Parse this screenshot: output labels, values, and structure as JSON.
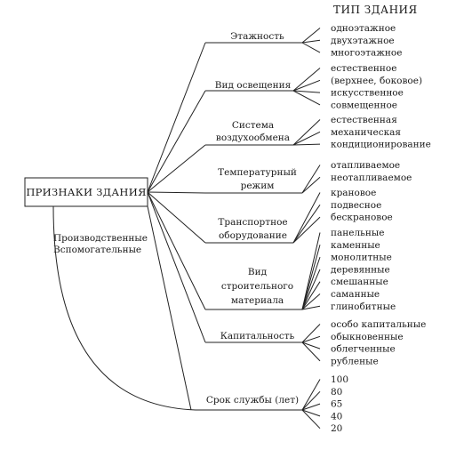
{
  "diagram": {
    "header": "ТИП ЗДАНИЯ",
    "root": "ПРИЗНАКИ ЗДАНИЯ",
    "root_subtypes": [
      "Производственные",
      "Вспомогательные"
    ],
    "categories": [
      {
        "label_lines": [
          "Этажность"
        ],
        "types": [
          "одноэтажное",
          "двухэтажное",
          "многоэтажное"
        ]
      },
      {
        "label_lines": [
          "Вид освещения"
        ],
        "types": [
          "естественное",
          "(верхнее, боковое)",
          "искусственное",
          "совмещенное"
        ]
      },
      {
        "label_lines": [
          "Система",
          "воздухообмена"
        ],
        "types": [
          "естественная",
          "механическая",
          "кондиционирование"
        ]
      },
      {
        "label_lines": [
          "Температурный",
          "режим"
        ],
        "types": [
          "отапливаемое",
          "неотапливаемое"
        ]
      },
      {
        "label_lines": [
          "Транспортное",
          "оборудование"
        ],
        "types": [
          "крановое",
          "подвесное",
          "бескрановое"
        ]
      },
      {
        "label_lines": [
          "Вид",
          "строительного",
          "материала"
        ],
        "types": [
          "панельные",
          "каменные",
          "монолитные",
          "деревянные",
          "смешанные",
          "саманные",
          "глинобитные"
        ]
      },
      {
        "label_lines": [
          "Капитальность"
        ],
        "types": [
          "особо капитальные",
          "обыкновенные",
          "облегченные",
          "рубленые"
        ]
      },
      {
        "label_lines": [
          "Срок службы (лет)"
        ],
        "types": [
          "100",
          "80",
          "65",
          "40",
          "20"
        ]
      }
    ]
  }
}
